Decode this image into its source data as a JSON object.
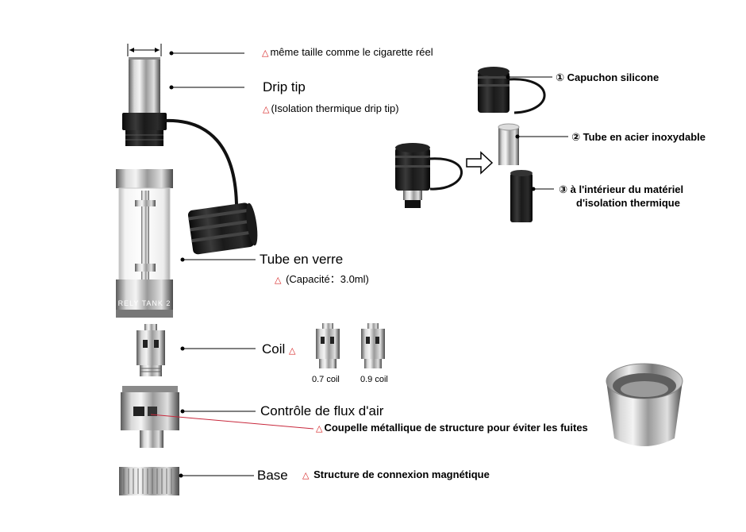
{
  "labels": {
    "size_note": "même taille comme le cigarette réel",
    "drip_tip": "Drip tip",
    "drip_tip_note": "(Isolation thermique drip tip)",
    "glass_tube": "Tube en verre",
    "capacity_note": "(Capacité：3.0ml)",
    "coil": "Coil",
    "coil_07": "0.7 coil",
    "coil_09": "0.9 coil",
    "airflow": "Contrôle de flux d'air",
    "cup_note": "Coupelle métallique de structure pour éviter les fuites",
    "base": "Base",
    "magnetic_note": "Structure de connexion magnétique",
    "cap_silicone": "① Capuchon silicone",
    "steel_tube": "② Tube en acier inoxydable",
    "inner_line1": "③ à l'intérieur du matériel",
    "inner_line2": "d'isolation thermique",
    "tank_engraving": "RELY TANK 2"
  },
  "marker_symbol": "△",
  "colors": {
    "marker": "#d62020",
    "red_leader": "#c8283c",
    "leader": "#000000"
  }
}
